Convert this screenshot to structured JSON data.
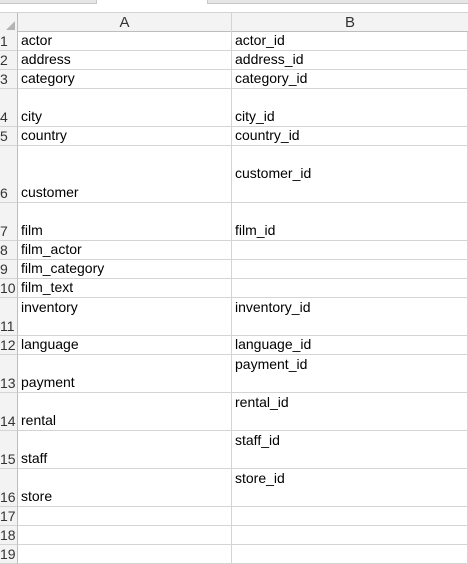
{
  "columns": [
    "A",
    "B"
  ],
  "rows": [
    {
      "num": "1",
      "a": "actor",
      "b": "actor_id",
      "a_valign": "bottom",
      "b_valign": "bottom"
    },
    {
      "num": "2",
      "a": "address",
      "b": "address_id",
      "a_valign": "bottom",
      "b_valign": "bottom"
    },
    {
      "num": "3",
      "a": "category",
      "b": "category_id",
      "a_valign": "bottom",
      "b_valign": "bottom"
    },
    {
      "num": "4",
      "a": "city",
      "b": "city_id",
      "a_valign": "bottom",
      "b_valign": "bottom"
    },
    {
      "num": "5",
      "a": "country",
      "b": "country_id",
      "a_valign": "bottom",
      "b_valign": "bottom"
    },
    {
      "num": "6",
      "a": "customer",
      "b": "customer_id",
      "a_valign": "bottom",
      "b_valign": "middle"
    },
    {
      "num": "7",
      "a": "film",
      "b": "film_id",
      "a_valign": "bottom",
      "b_valign": "bottom"
    },
    {
      "num": "8",
      "a": "film_actor",
      "b": "",
      "a_valign": "bottom",
      "b_valign": "bottom"
    },
    {
      "num": "9",
      "a": "film_category",
      "b": "",
      "a_valign": "bottom",
      "b_valign": "bottom"
    },
    {
      "num": "10",
      "a": "film_text",
      "b": "",
      "a_valign": "bottom",
      "b_valign": "bottom"
    },
    {
      "num": "11",
      "a": "inventory",
      "b": "inventory_id",
      "a_valign": "top",
      "b_valign": "top"
    },
    {
      "num": "12",
      "a": "language",
      "b": "language_id",
      "a_valign": "bottom",
      "b_valign": "bottom"
    },
    {
      "num": "13",
      "a": "payment",
      "b": "payment_id",
      "a_valign": "bottom",
      "b_valign": "top"
    },
    {
      "num": "14",
      "a": "rental",
      "b": "rental_id",
      "a_valign": "bottom",
      "b_valign": "top"
    },
    {
      "num": "15",
      "a": "staff",
      "b": "staff_id",
      "a_valign": "bottom",
      "b_valign": "top"
    },
    {
      "num": "16",
      "a": "store",
      "b": "store_id",
      "a_valign": "bottom",
      "b_valign": "top"
    },
    {
      "num": "17",
      "a": "",
      "b": "",
      "a_valign": "bottom",
      "b_valign": "bottom"
    },
    {
      "num": "18",
      "a": "",
      "b": "",
      "a_valign": "bottom",
      "b_valign": "bottom"
    },
    {
      "num": "19",
      "a": "",
      "b": "",
      "a_valign": "bottom",
      "b_valign": "bottom"
    }
  ]
}
